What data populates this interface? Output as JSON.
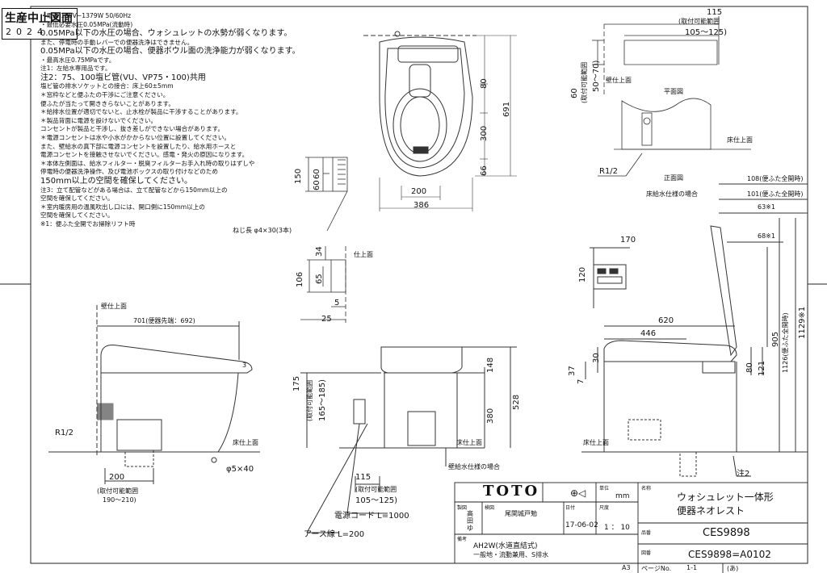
{
  "stamp": {
    "line1": "生産中止図面",
    "line2": "2024"
  },
  "notes": [
    "・電源  100V−1379W  50/60Hz",
    "・最低必要水圧0.05MPa(流動時)",
    "  0.05MPa以下の水圧の場合、ウォシュレットの水勢が弱くなります。",
    "  また、停電時の手動レバーでの便器洗浄はできません。",
    "  0.05MPa以下の水圧の場合、便器ボウル面の洗浄能力が弱くなります。",
    "・最高水圧0.75MPaです。",
    "注1：左給水専用品です。",
    "注2：75、100塩ビ管(VU、VP75・100)共用",
    "  塩ビ管の排水ソケットとの接合：床上60±5mm",
    "＊窓枠などと便ふたの干渉にご注意ください。",
    "  便ふたが当たって開ききらないことがあります。",
    "＊給排水位置が適切でないと、止水栓が製品に干渉することがあります。",
    "＊製品背面に電源を設けないでください。",
    "  コンセントが製品と干渉し、抜き差しができない場合があります。",
    "＊電源コンセントは水や小水がかからない位置に設置してください。",
    "  また、壁給水の真下部に電源コンセントを設置したり、給水用ホースと",
    "  電源コンセントを接触させないでください。感電・発火の原因になります。",
    "＊本体左側面は、給水フィルター・脱臭フィルターお手入れ時の取りはずしや",
    "  停電時の便器洗浄操作、及び電池ボックスの取り付けなどのため",
    "  150mm以上の空間を確保してください。",
    "  注3：立て配管などがある場合は、立て配管などから150mm以上の",
    "        空間を確保してください。",
    "＊室内暖房用の温風吹出し口には、開口側に150mm以上の",
    "  空間を確保してください。",
    "※1：便ふた全開でお掃除リフト時"
  ],
  "top_view": {
    "dims": [
      "80",
      "300",
      "66",
      "691",
      "200",
      "386",
      "150",
      "60",
      "60"
    ],
    "screw": "ねじ長  φ4×30(3本)"
  },
  "remote": {
    "dims": [
      "34",
      "106",
      "65",
      "5",
      "25"
    ],
    "label": "仕上面"
  },
  "side_left": {
    "wall": "壁仕上面",
    "length": "701(便器先端：692)",
    "small": "3",
    "r": "R1/2",
    "floor": "床仕上面",
    "hole": "φ5×40",
    "d200": "200",
    "range_label": "(取付可能範囲",
    "range_val": "190〜210)"
  },
  "front_view": {
    "dims": [
      "148",
      "380",
      "528"
    ],
    "range": [
      "175",
      "(取付可能範囲",
      "165〜185)"
    ],
    "floor": "床仕上面",
    "supply": "壁給水仕様の場合",
    "d115": "115",
    "range2": [
      "(取付可能範囲",
      "105〜125)"
    ],
    "cord": "電源コード  L=1000",
    "earth": "アース線  L=200"
  },
  "plan_right": {
    "d115": "115",
    "range": [
      "(取付可能範囲",
      "105〜125)"
    ],
    "vertical": [
      "60",
      "(取付可能範囲",
      "50〜70)"
    ],
    "wall": "壁仕上面",
    "plan": "平面図",
    "floor": "床仕上面",
    "r": "R1/2",
    "front": "正面図",
    "supply": "床給水仕様の場合"
  },
  "side_right": {
    "d108": "108(便ふた全開時)",
    "d101": "101(便ふた全開時)",
    "d63": "63※1",
    "d68": "68※1",
    "d170": "170",
    "d120": "120",
    "d620": "620",
    "d446": "446",
    "d30": "30",
    "d37": "37",
    "d7": "7",
    "d80": "80",
    "d121": "121",
    "d905": "905",
    "d1126": "1126(便ふた全開時)",
    "d1129": "1129※1",
    "floor": "床仕上面",
    "note2": "注2"
  },
  "title_block": {
    "brand": "TOTO",
    "unit_label": "単位",
    "unit": "mm",
    "name_label": "名称",
    "name1": "ウォシュレット一体形",
    "name2": "便器ネオレスト",
    "drawn_label": "製図",
    "drawn": "高田ゆ",
    "check_label": "検図",
    "check": "尾関城戸勉",
    "date_label": "日付",
    "date": "17-06-02",
    "scale_label": "尺度",
    "scale": "1 ： 10",
    "product_label": "品番",
    "product": "CES9898",
    "remarks_label": "備考",
    "remark1": "AH2W(水道直結式)",
    "remark2": "一般地・流動兼用、S排水",
    "drawing_label": "図番",
    "drawing": "CES9898=A0102",
    "size": "A3",
    "page_label": "ページNo.",
    "page": "1-1",
    "rev": "(あ)"
  }
}
